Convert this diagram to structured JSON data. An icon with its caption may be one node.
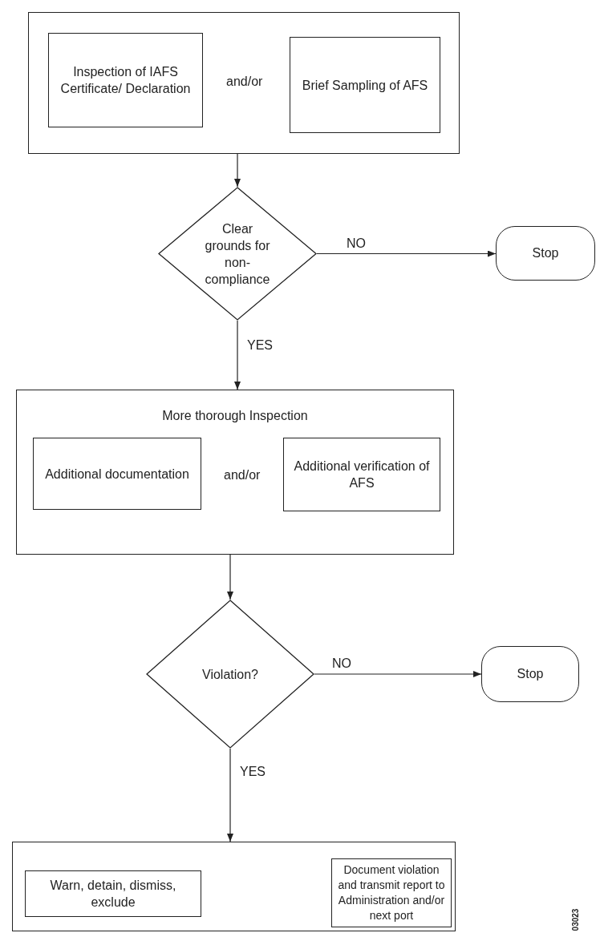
{
  "diagram": {
    "nodes": [
      {
        "text": [
          "and/or"
        ]
      },
      {
        "text": [
          "Inspection of IAFS Certificate/ Declaration"
        ],
        "in": 0
      },
      {
        "text": [
          "Brief Sampling of AFS"
        ],
        "in": 0
      },
      {
        "text": [
          "Clear grounds for non-compliance"
        ]
      },
      {
        "text": [
          "Stop"
        ]
      },
      {
        "text": [
          "More thorough Inspection",
          "and/or"
        ]
      },
      {
        "text": [
          "Additional documentation"
        ],
        "in": 5
      },
      {
        "text": [
          "Additional verification of AFS"
        ],
        "in": 5
      },
      {
        "text": [
          "Violation?"
        ]
      },
      {
        "text": [
          "Stop"
        ]
      },
      {
        "text": [],
        "shape": "box"
      },
      {
        "text": [
          "Warn, detain, dismiss, exclude"
        ],
        "in": 10
      },
      {
        "text": [
          "Document violation and transmit report to Administration and/or next port"
        ],
        "in": 10
      }
    ],
    "edges": [
      {
        "from": 0,
        "to": 3,
        "arrow": "to"
      },
      {
        "from": 3,
        "to": 4,
        "arrow": "to",
        "label": "NO"
      },
      {
        "from": 3,
        "to": 5,
        "arrow": "to",
        "label": "YES"
      },
      {
        "from": 5,
        "to": 8,
        "arrow": "to"
      },
      {
        "from": 8,
        "to": 9,
        "arrow": "to",
        "label": "NO"
      },
      {
        "from": 8,
        "to": 10,
        "arrow": "to",
        "label": "YES"
      }
    ],
    "labels": [
      "03023"
    ]
  }
}
